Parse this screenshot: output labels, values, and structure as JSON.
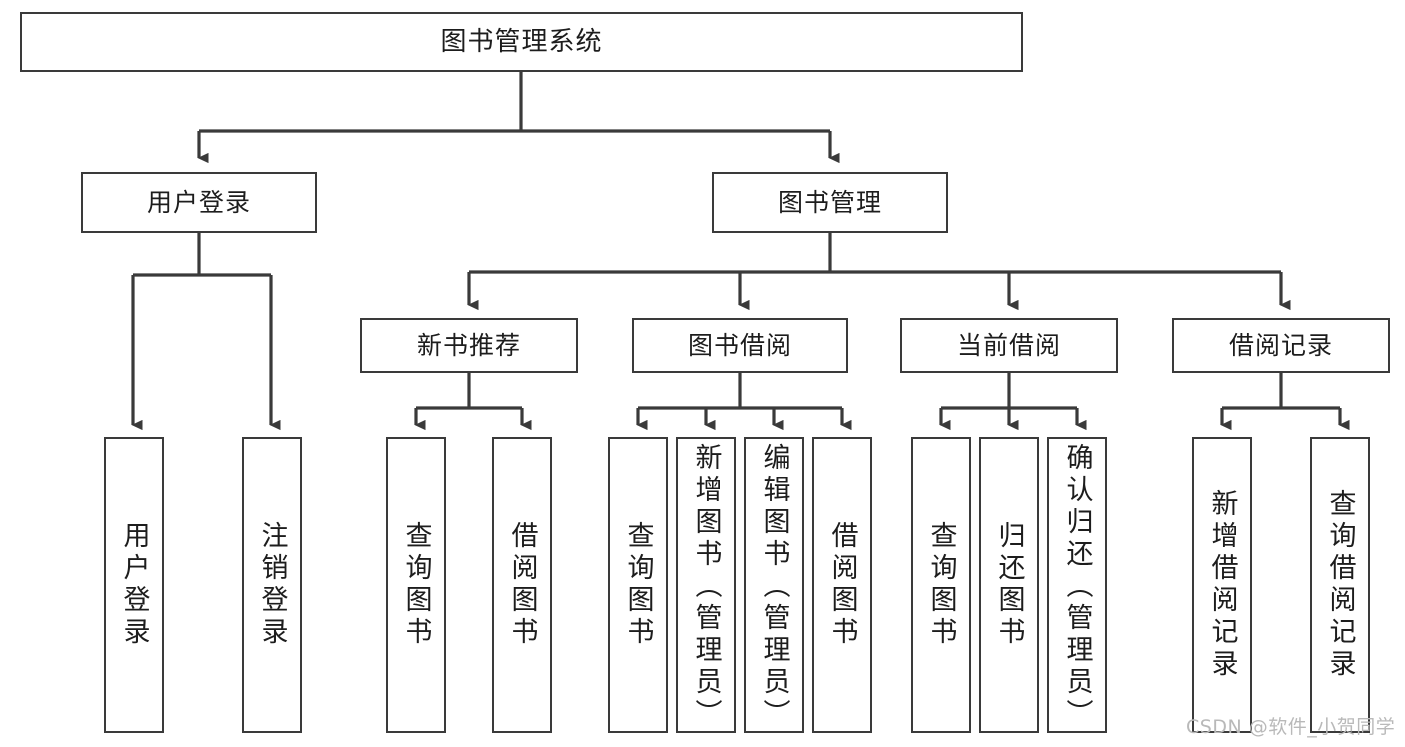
{
  "diagram": {
    "title": "图书管理系统",
    "type": "tree-diagram",
    "levels": [
      {
        "level": 1,
        "nodes": [
          {
            "id": "root",
            "label": "图书管理系统"
          }
        ]
      },
      {
        "level": 2,
        "nodes": [
          {
            "id": "user-login",
            "label": "用户登录"
          },
          {
            "id": "book-management",
            "label": "图书管理"
          }
        ]
      },
      {
        "level": 3,
        "nodes": [
          {
            "id": "new-book-recommend",
            "label": "新书推荐"
          },
          {
            "id": "book-borrow",
            "label": "图书借阅"
          },
          {
            "id": "current-borrow",
            "label": "当前借阅"
          },
          {
            "id": "borrow-record",
            "label": "借阅记录"
          }
        ]
      },
      {
        "level": 4,
        "nodes": [
          {
            "id": "leaf-user-login",
            "label": "用户登录"
          },
          {
            "id": "leaf-logout",
            "label": "注销登录"
          },
          {
            "id": "leaf-query-book-1",
            "label": "查询图书"
          },
          {
            "id": "leaf-borrow-book-1",
            "label": "借阅图书"
          },
          {
            "id": "leaf-query-book-2",
            "label": "查询图书"
          },
          {
            "id": "leaf-add-book",
            "label": "新增图书（管理员）"
          },
          {
            "id": "leaf-edit-book",
            "label": "编辑图书（管理员）"
          },
          {
            "id": "leaf-borrow-book-2",
            "label": "借阅图书"
          },
          {
            "id": "leaf-query-book-3",
            "label": "查询图书"
          },
          {
            "id": "leaf-return-book",
            "label": "归还图书"
          },
          {
            "id": "leaf-confirm-return",
            "label": "确认归还（管理员）"
          },
          {
            "id": "leaf-add-record",
            "label": "新增借阅记录"
          },
          {
            "id": "leaf-query-record",
            "label": "查询借阅记录"
          }
        ]
      }
    ],
    "colors": {
      "border": "#3a3a3a",
      "text": "#1d1d1d",
      "background": "#ffffff",
      "link": "#3a3a3a",
      "watermark": "#b9b9b9"
    }
  },
  "watermark": {
    "text": "CSDN @软件_小贺同学"
  }
}
